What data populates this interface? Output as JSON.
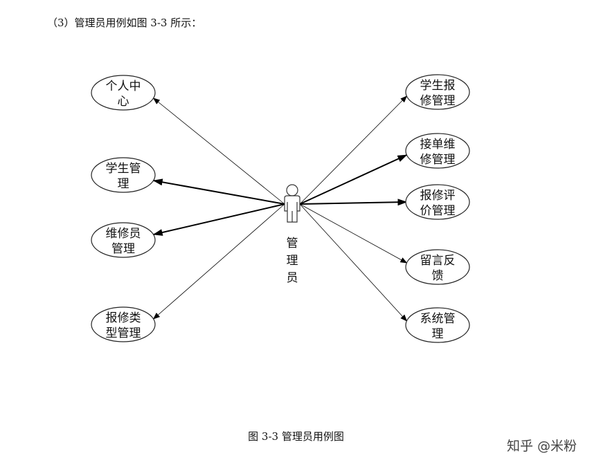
{
  "intro": "（3）管理员用例如图 3-3 所示：",
  "caption": "图 3-3 管理员用例图",
  "watermark": "知乎 @米粉",
  "actor": {
    "label": [
      "管",
      "理",
      "员"
    ]
  },
  "left_use_cases": [
    {
      "lines": [
        "个人中",
        "心"
      ],
      "bold": false
    },
    {
      "lines": [
        "学生管",
        "理"
      ],
      "bold": true
    },
    {
      "lines": [
        "维修员",
        "管理"
      ],
      "bold": true
    },
    {
      "lines": [
        "报修类",
        "型管理"
      ],
      "bold": false
    }
  ],
  "right_use_cases": [
    {
      "lines": [
        "学生报",
        "修管理"
      ],
      "bold": false
    },
    {
      "lines": [
        "接单维",
        "修管理"
      ],
      "bold": true
    },
    {
      "lines": [
        "报修评",
        "价管理"
      ],
      "bold": true
    },
    {
      "lines": [
        "留言反",
        "馈"
      ],
      "bold": false
    },
    {
      "lines": [
        "系统管",
        "理"
      ],
      "bold": false
    }
  ]
}
